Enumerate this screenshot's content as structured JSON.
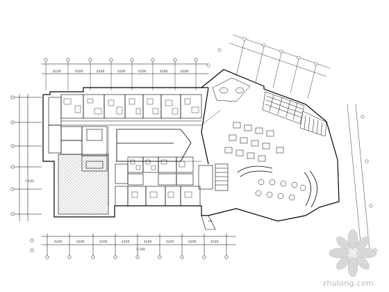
{
  "drawing": {
    "scale_note": "1:100",
    "dimension_labels_top": [
      "4230",
      "4200",
      "4200",
      "4200",
      "4200",
      "4200",
      "4200"
    ],
    "dimension_labels_bottom": [
      "4200",
      "4200",
      "4200",
      "4200",
      "4200",
      "4200",
      "4200",
      "4200"
    ],
    "left_label": "1:100"
  },
  "watermark": {
    "text": "zhulong.com"
  }
}
